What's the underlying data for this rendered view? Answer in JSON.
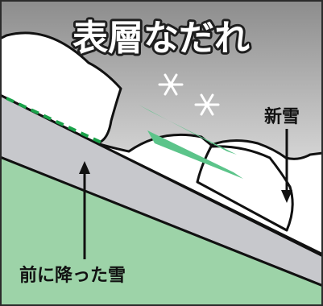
{
  "diagram": {
    "title": "表層なだれ",
    "labels": {
      "new_snow": "新雪",
      "old_snow": "前に降った雪"
    },
    "colors": {
      "sky_top": "#8c8c8c",
      "sky_bottom": "#ffffff",
      "ground": "#9dd3a8",
      "old_snow_layer": "#c7c8cc",
      "new_snow": "#ffffff",
      "outline": "#111111",
      "weak_layer_dash": "#1aa24a",
      "slide_streak": "#5cc48a",
      "snowflake": "#ffffff",
      "frame": "#2b2b2b"
    },
    "icons": [
      "snowflake-icon",
      "snowflake-icon",
      "arrow-up-icon",
      "arrow-down-icon"
    ]
  }
}
